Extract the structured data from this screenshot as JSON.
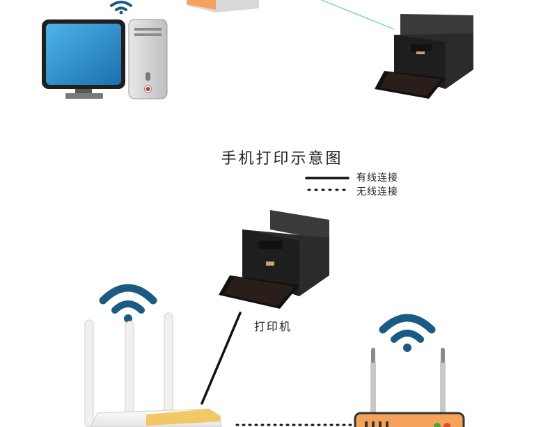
{
  "diagram": {
    "title": "手机打印示意图",
    "legend": {
      "wired_label": "有线连接",
      "wireless_label": "无线连接"
    },
    "printer_label": "打印机",
    "colors": {
      "wifi": "#1b5a82",
      "monitor": "#2a88c9",
      "router_orange": "#f5a25a",
      "connection_line": "#111111",
      "cyan_line": "#5ac8d8"
    },
    "icons": [
      "wifi-icon",
      "desktop-computer-icon",
      "printer-icon",
      "router-icon"
    ]
  }
}
